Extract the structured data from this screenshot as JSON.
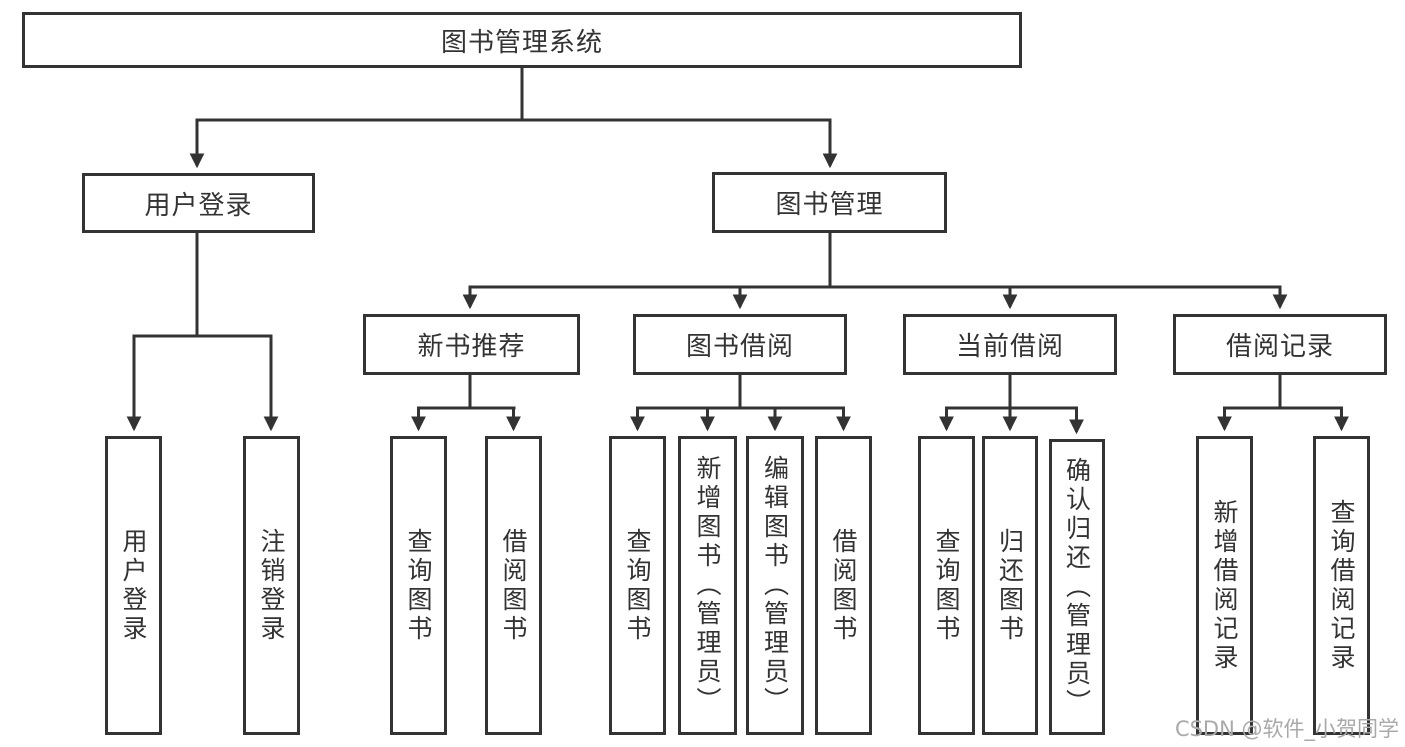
{
  "diagram": {
    "title_note": "functional structure diagram",
    "root": {
      "label": "图书管理系统"
    },
    "branches": {
      "user_login": {
        "label": "用户登录",
        "children": [
          "用户登录",
          "注销登录"
        ]
      },
      "book_mgmt": {
        "label": "图书管理",
        "children": {
          "new_book": {
            "label": "新书推荐",
            "children": [
              "查询图书",
              "借阅图书"
            ]
          },
          "borrow": {
            "label": "图书借阅",
            "children": [
              "查询图书",
              "新增图书（管理员）",
              "编辑图书（管理员）",
              "借阅图书"
            ]
          },
          "current": {
            "label": "当前借阅",
            "children": [
              "查询图书",
              "归还图书",
              "确认归还（管理员）"
            ]
          },
          "records": {
            "label": "借阅记录",
            "children": [
              "新增借阅记录",
              "查询借阅记录"
            ]
          }
        }
      }
    }
  },
  "watermark": {
    "text": "CSDN @软件_小贺同学"
  },
  "colors": {
    "line": "#333333",
    "box_border": "#333333",
    "text": "#333333",
    "watermark": "#a9a9a9",
    "background": "#ffffff"
  }
}
